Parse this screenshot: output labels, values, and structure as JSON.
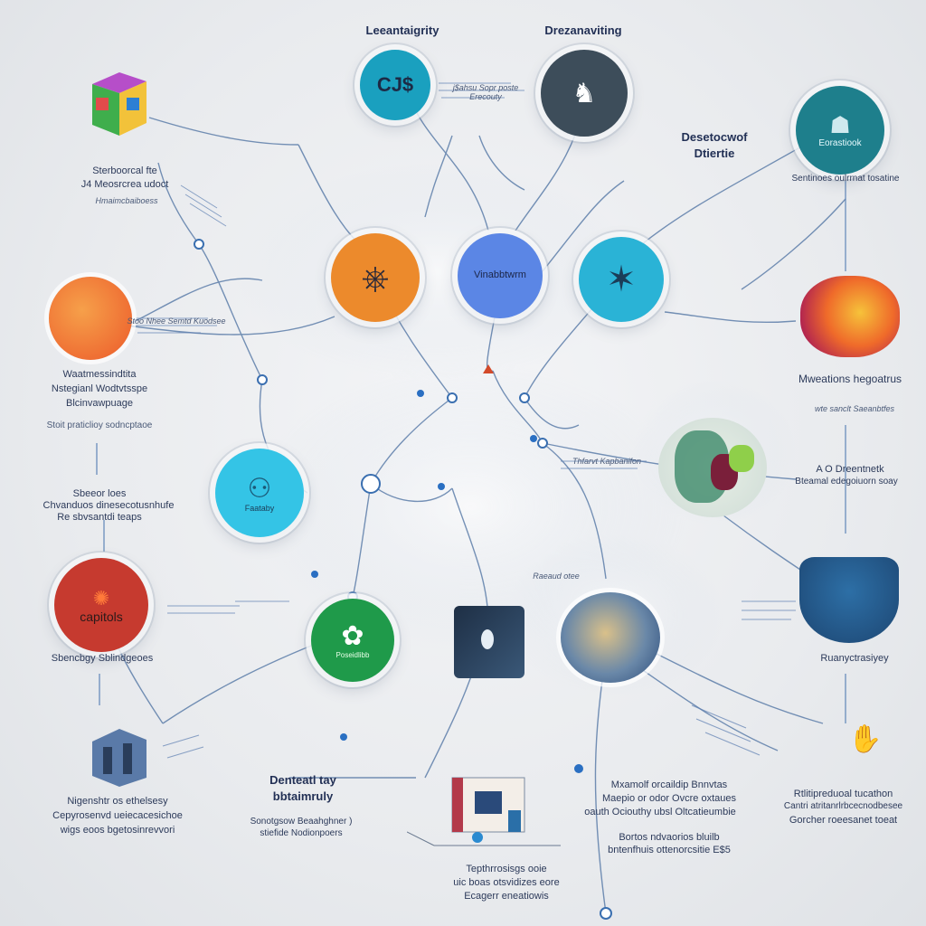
{
  "top_headers": [
    "Leeantaigrity",
    "Drezanaviting"
  ],
  "nodes": {
    "cs_label": "CJ$",
    "central_label": "Vinabbtwrm",
    "capitols_label": "capitols",
    "green_sublabel": "Poseidlibb",
    "cyan_sublabel": "Faataby",
    "right_teal_label": "Eorastiook"
  },
  "labels": {
    "top_left_desc": [
      "Sterboorcal fte",
      "J4 Meosrcrea udoct"
    ],
    "top_left_sub": "Hmaimcbaiboess",
    "left_mid_desc": [
      "Waatmessindtita",
      "Nstegianl Wodtvtsspe",
      "Blcinvawpuage"
    ],
    "left_mid_sub": "Stoit praticlioy sodncptaoe",
    "left_low_desc": [
      "Sbeeor loes",
      "Chvanduos dinesecotusnhufe",
      "Re sbvsantdi teaps"
    ],
    "capitols_caption": "Sbencbgy Sblindgeoes",
    "bottom_left_desc": [
      "Nigenshtr os ethelsesy",
      "Cepyrosenvd ueiecacesichoe",
      "wigs eoos bgetosinrevvori"
    ],
    "bottom_mid_title": [
      "Denteatl tay",
      "bbtaimruly"
    ],
    "bottom_mid_sub": [
      "Sonotgsow Beaahghner )",
      "stiefide Nodionpoers"
    ],
    "bottom_center_desc": [
      "Tepthrrosisgs ooie",
      "uic boas otsvidizes eore",
      "Ecagerr eneatiowis"
    ],
    "bottom_right_desc": [
      "Mxamolf orcaildip Bnnvtas",
      "Maepio or odor Ovcre oxtaues",
      "oauth Ociouthy ubsl Oltcatieumbie"
    ],
    "bottom_right_sub": [
      "Bortos ndvaorios bluilb",
      "bntenfhuis ottenorcsitie E$5"
    ],
    "far_right_desc": [
      "Rtlitipreduoal tucathon",
      "Cantri atritanrlrbcecnodbesee",
      "Gorcher roeesanet toeat"
    ],
    "right_top_title": [
      "Desetocwof",
      "Dtiertie"
    ],
    "right_top_sub": "Sentinoes oulrrnat tosatine",
    "right_mid_title": "Mweations hegoatrus",
    "right_mid_sub": "wte sanclt Saeanbtfes",
    "right_low_desc": [
      "A O Dreentnetk",
      "Bteamal edegoiuorn soay"
    ],
    "right_low_title": "Ruanyctrasiyey",
    "annotations": [
      "j$ahsu Sopr poste Erecouty",
      "Stoo Nhee Semtd Kuodsee",
      "Raeaud otee",
      "Thfarvt Kapbanifon"
    ]
  },
  "colors": {
    "blue_teal": "#1aa0bf",
    "slate": "#3d4d5a",
    "dark_teal": "#1e7f8c",
    "orange": "#ec8a2c",
    "cornflower": "#5b86e5",
    "cyan": "#2ab3d6",
    "light_cyan": "#34c4e6",
    "red": "#c63a2f",
    "green": "#1f9a4a",
    "link_line": "#4a6fa0"
  },
  "icons": [
    "cube-icon",
    "rings-icon",
    "network-icon",
    "head-icon",
    "mask-icon",
    "tree-icon",
    "brain-icon",
    "globe-icon",
    "house-icon",
    "figure-icon"
  ]
}
